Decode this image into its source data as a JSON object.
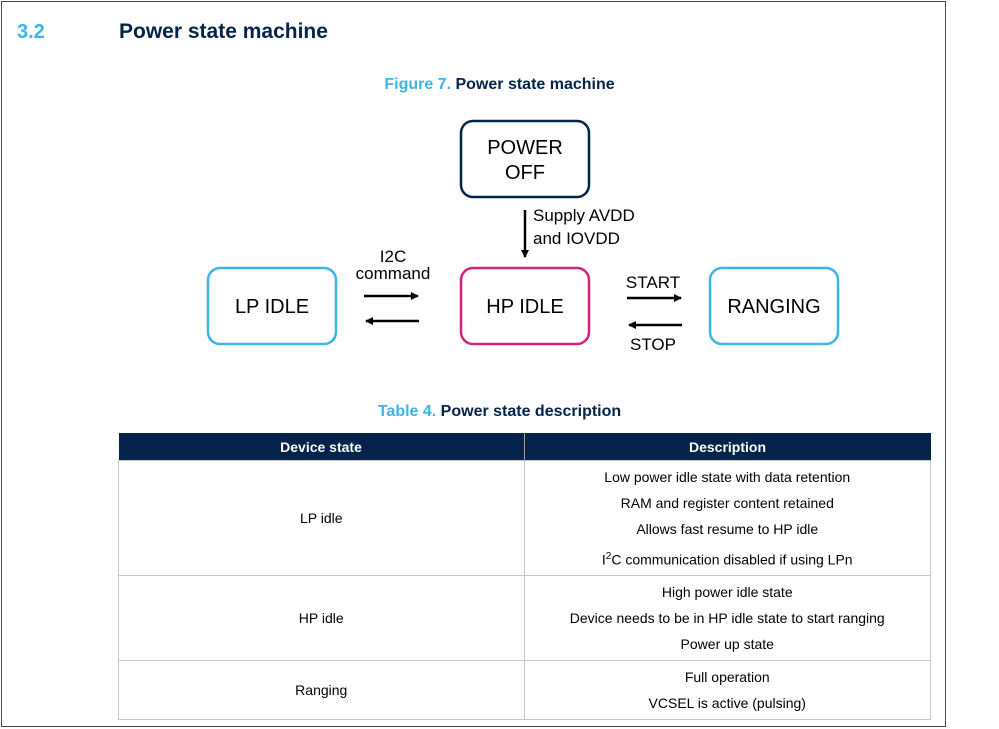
{
  "section": {
    "number": "3.2",
    "title": "Power state machine"
  },
  "figure": {
    "label": "Figure 7.",
    "title": "Power state machine",
    "states": {
      "power_off": [
        "POWER",
        "OFF"
      ],
      "hp_idle": "HP IDLE",
      "lp_idle": "LP IDLE",
      "ranging": "RANGING"
    },
    "transitions": {
      "supply": [
        "Supply AVDD",
        "and IOVDD"
      ],
      "i2c": [
        "I2C",
        "command"
      ],
      "start": "START",
      "stop": "STOP"
    }
  },
  "table": {
    "label": "Table 4.",
    "title": "Power state description",
    "headers": [
      "Device state",
      "Description"
    ],
    "rows": [
      {
        "state": "LP idle",
        "lines": [
          "Low power idle state with data retention",
          "RAM and register content retained",
          "Allows fast resume to HP idle"
        ],
        "i2c_line": {
          "prefix": "I",
          "sup": "2",
          "rest": "C communication disabled if using LPn"
        }
      },
      {
        "state": "HP idle",
        "lines": [
          "High power idle state",
          "Device needs to be in HP idle state to start ranging",
          "Power up state"
        ]
      },
      {
        "state": "Ranging",
        "lines": [
          "Full operation",
          "VCSEL is active (pulsing)"
        ]
      }
    ]
  },
  "colors": {
    "navy": "#03234b",
    "light_blue": "#3cb4e6",
    "magenta": "#d4217f"
  }
}
